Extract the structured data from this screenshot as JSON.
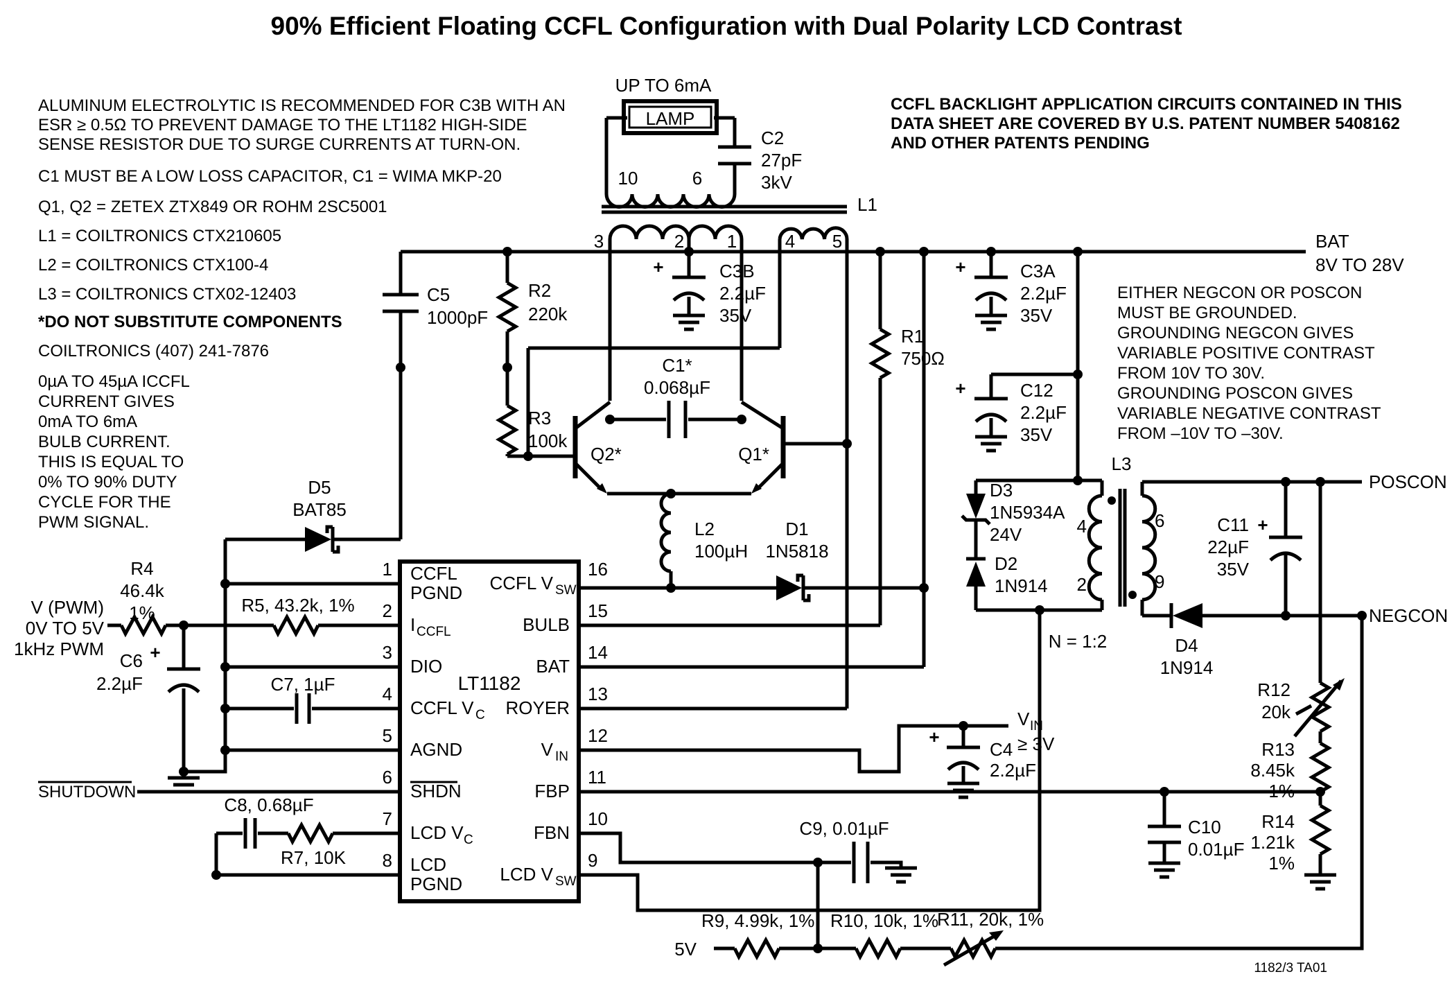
{
  "title": "90% Efficient Floating CCFL Configuration with Dual Polarity LCD Contrast",
  "notes": {
    "esr": [
      "ALUMINUM ELECTROLYTIC IS RECOMMENDED FOR C3B WITH AN",
      "ESR ≥ 0.5Ω TO PREVENT DAMAGE TO THE LT1182 HIGH-SIDE",
      "SENSE RESISTOR DUE TO SURGE CURRENTS AT TURN-ON."
    ],
    "c1": "C1 MUST BE A LOW LOSS CAPACITOR, C1 = WIMA MKP-20",
    "q": "Q1, Q2 = ZETEX ZTX849 OR ROHM 2SC5001",
    "l1": "L1 = COILTRONICS CTX210605",
    "l2": "L2 = COILTRONICS CTX100-4",
    "l3": "L3 = COILTRONICS CTX02-12403",
    "sub": "*DO NOT SUBSTITUTE COMPONENTS",
    "coil": "COILTRONICS (407) 241-7876",
    "duty": [
      "0µA TO 45µA ICCFL",
      "CURRENT GIVES",
      "0mA TO 6mA",
      "BULB CURRENT.",
      "THIS IS EQUAL TO",
      "0% TO 90% DUTY",
      "CYCLE FOR THE",
      "PWM SIGNAL."
    ],
    "patent": [
      "CCFL BACKLIGHT APPLICATION CIRCUITS CONTAINED IN THIS",
      "DATA SHEET ARE COVERED BY U.S. PATENT NUMBER 5408162",
      "AND OTHER PATENTS PENDING"
    ],
    "grounding": [
      "EITHER NEGCON OR POSCON",
      "MUST BE GROUNDED.",
      "GROUNDING NEGCON GIVES",
      "VARIABLE POSITIVE CONTRAST",
      "FROM 10V TO 30V.",
      "GROUNDING POSCON GIVES",
      "VARIABLE NEGATIVE CONTRAST",
      "FROM –10V TO –30V."
    ],
    "doc_id": "1182/3 TA01"
  },
  "lamp": {
    "current": "UP TO 6mA",
    "label": "LAMP",
    "pin_a": "10",
    "pin_b": "6"
  },
  "l1": {
    "ref": "L1",
    "p3": "3",
    "p2": "2",
    "p1": "1",
    "p4": "4",
    "p5": "5"
  },
  "l3": {
    "ref": "L3",
    "ratio": "N = 1:2",
    "p4": "4",
    "p2": "2",
    "p6": "6",
    "p9": "9"
  },
  "ic": {
    "part": "LT1182",
    "left": [
      {
        "n": "1",
        "l1": "CCFL",
        "l2": "PGND"
      },
      {
        "n": "2",
        "l1": "I",
        "sub": "CCFL"
      },
      {
        "n": "3",
        "l1": "DIO"
      },
      {
        "n": "4",
        "l1": "CCFL V",
        "sub": "C"
      },
      {
        "n": "5",
        "l1": "AGND"
      },
      {
        "n": "6",
        "l1": "SHDN"
      },
      {
        "n": "7",
        "l1": "LCD V",
        "sub": "C"
      },
      {
        "n": "8",
        "l1": "LCD",
        "l2": "PGND"
      }
    ],
    "right": [
      {
        "n": "16",
        "l1": "CCFL V",
        "sub": "SW"
      },
      {
        "n": "15",
        "l1": "BULB"
      },
      {
        "n": "14",
        "l1": "BAT"
      },
      {
        "n": "13",
        "l1": "ROYER"
      },
      {
        "n": "12",
        "l1": "V",
        "sub": "IN"
      },
      {
        "n": "11",
        "l1": "FBP"
      },
      {
        "n": "10",
        "l1": "FBN"
      },
      {
        "n": "9",
        "l1": "LCD V",
        "sub": "SW"
      }
    ]
  },
  "parts": {
    "c2": {
      "r": "C2",
      "v": "27pF",
      "v2": "3kV"
    },
    "c3b": {
      "r": "C3B",
      "v": "2.2µF",
      "v2": "35V",
      "plus": "+"
    },
    "c3a": {
      "r": "C3A",
      "v": "2.2µF",
      "v2": "35V",
      "plus": "+"
    },
    "c12": {
      "r": "C12",
      "v": "2.2µF",
      "v2": "35V",
      "plus": "+"
    },
    "c5": {
      "r": "C5",
      "v": "1000pF"
    },
    "c1": {
      "r": "C1*",
      "v": "0.068µF"
    },
    "c6": {
      "r": "C6",
      "v": "2.2µF",
      "plus": "+"
    },
    "c4": {
      "r": "C4",
      "v": "2.2µF",
      "plus": "+"
    },
    "c7": "C7, 1µF",
    "c8": "C8, 0.68µF",
    "c9": "C9, 0.01µF",
    "c10": {
      "r": "C10",
      "v": "0.01µF"
    },
    "c11": {
      "r": "C11",
      "v": "22µF",
      "v2": "35V",
      "plus": "+"
    },
    "r1": {
      "r": "R1",
      "v": "750Ω"
    },
    "r2": {
      "r": "R2",
      "v": "220k"
    },
    "r3": {
      "r": "R3",
      "v": "100k"
    },
    "r4": {
      "r": "R4",
      "v": "46.4k",
      "t": "1%"
    },
    "r5": "R5, 43.2k, 1%",
    "r7": "R7, 10K",
    "r9": "R9, 4.99k, 1%",
    "r10": "R10, 10k, 1%",
    "r11": "R11, 20k, 1%",
    "r12": {
      "r": "R12",
      "v": "20k"
    },
    "r13": {
      "r": "R13",
      "v": "8.45k",
      "t": "1%"
    },
    "r14": {
      "r": "R14",
      "v": "1.21k",
      "t": "1%"
    },
    "q1": "Q1*",
    "q2": "Q2*",
    "l2": {
      "r": "L2",
      "v": "100µH"
    },
    "d1": {
      "r": "D1",
      "p": "1N5818"
    },
    "d2": {
      "r": "D2",
      "p": "1N914"
    },
    "d3": {
      "r": "D3",
      "p": "1N5934A",
      "v": "24V"
    },
    "d4": {
      "r": "D4",
      "p": "1N914"
    },
    "d5": {
      "r": "D5",
      "p": "BAT85"
    }
  },
  "labels": {
    "bat": "BAT",
    "bat_range": "8V TO 28V",
    "poscon": "POSCON",
    "negcon": "NEGCON",
    "vin": "V",
    "vin_sub": "IN",
    "vin_req": "≥ 3V",
    "vpwm": [
      "V (PWM)",
      "0V TO 5V",
      "1kHz PWM"
    ],
    "shutdown": "SHUTDOWN",
    "v5": "5V"
  }
}
